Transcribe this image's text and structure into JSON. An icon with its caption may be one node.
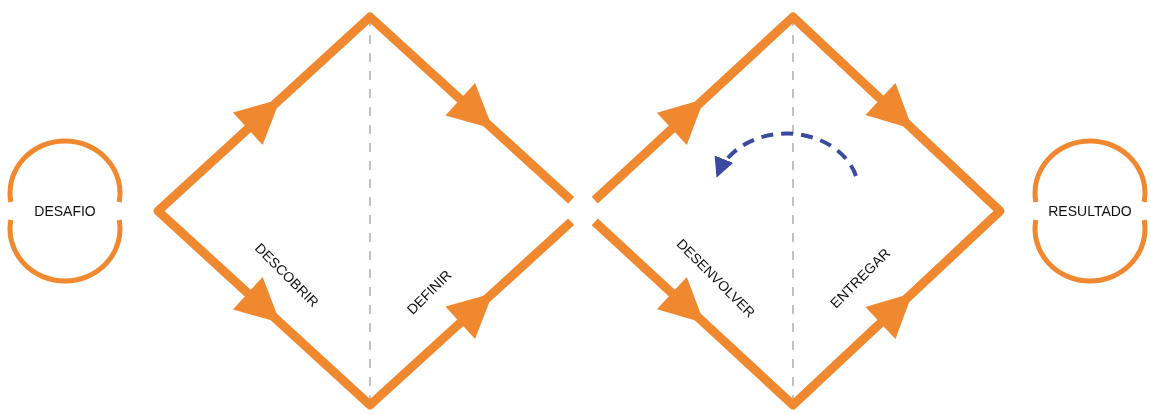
{
  "diagram": {
    "nodes": [
      {
        "text": [
          "DESAFIO"
        ]
      },
      {
        "text": [
          "DESCOBRIR",
          "DEFINIR"
        ]
      },
      {
        "text": [
          "DESENVOLVER",
          "ENTREGAR"
        ]
      },
      {
        "text": [
          "RESULTADO"
        ]
      }
    ]
  }
}
